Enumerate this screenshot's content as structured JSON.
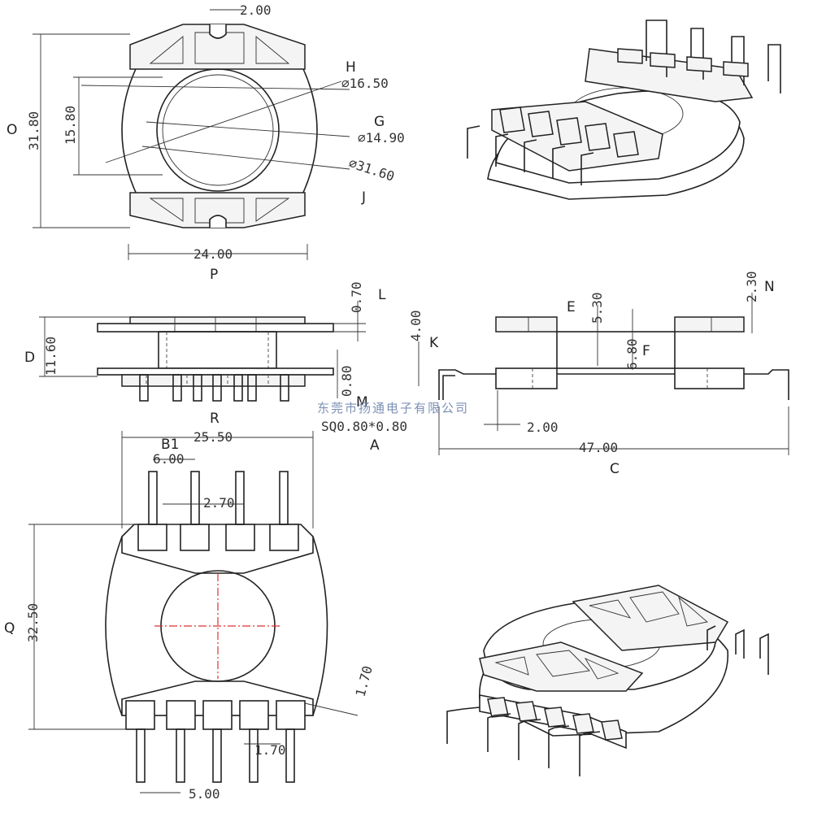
{
  "dimensions": {
    "top_slot": "2.00",
    "o_height": "31.80",
    "inner_height": "15.80",
    "dia_h": "⌀16.50",
    "dia_g": "⌀14.90",
    "dia_j": "⌀31.60",
    "p_width": "24.00",
    "l_thick": "0.70",
    "d_height": "11.60",
    "m_thick": "0.80",
    "pin_section": "SQ0.80*0.80",
    "k_height": "4.00",
    "e_height": "5.30",
    "f_height": "6.80",
    "n_height": "2.30",
    "pin_offset": "2.00",
    "c_width": "47.00",
    "r_width": "25.50",
    "b1_pitch": "6.00",
    "pin_gap": "2.70",
    "q_height": "32.50",
    "flange_thick": "1.70",
    "pin_width": "1.70",
    "bottom_pitch": "5.00"
  },
  "labels": {
    "o": "O",
    "h": "H",
    "g": "G",
    "j": "J",
    "p": "P",
    "d": "D",
    "l": "L",
    "m": "M",
    "r": "R",
    "a": "A",
    "k": "K",
    "e": "E",
    "f": "F",
    "n": "N",
    "c": "C",
    "b1": "B1",
    "q": "Q"
  },
  "watermark": "东莞市扬通电子有限公司"
}
